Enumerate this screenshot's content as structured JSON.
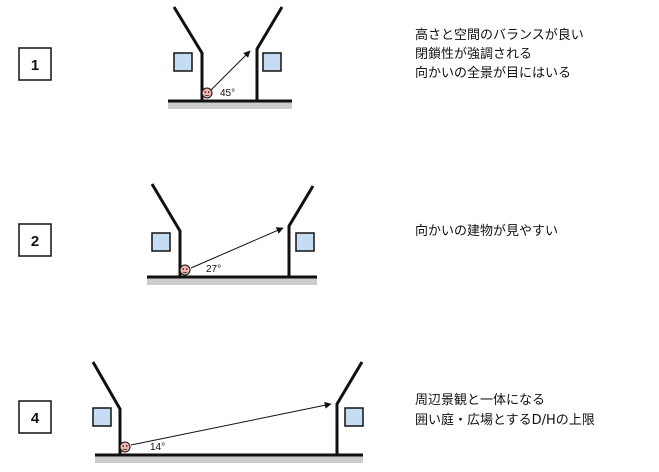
{
  "panels": [
    {
      "number": "1",
      "angle": "45°",
      "lines": [
        "高さと空間のバランスが良い",
        "閉鎖性が強調される",
        "向かいの全景が目にはいる"
      ]
    },
    {
      "number": "2",
      "angle": "27°",
      "lines": [
        "向かいの建物が見やすい"
      ]
    },
    {
      "number": "4",
      "angle": "14°",
      "lines": [
        "周辺景観と一体になる",
        "囲い庭・広場とするD/Hの上限"
      ]
    }
  ],
  "colors": {
    "ground": "#cccccc",
    "window_fill": "#c6dcf2",
    "face_fill": "#f3b6ae",
    "stroke": "#111111"
  }
}
